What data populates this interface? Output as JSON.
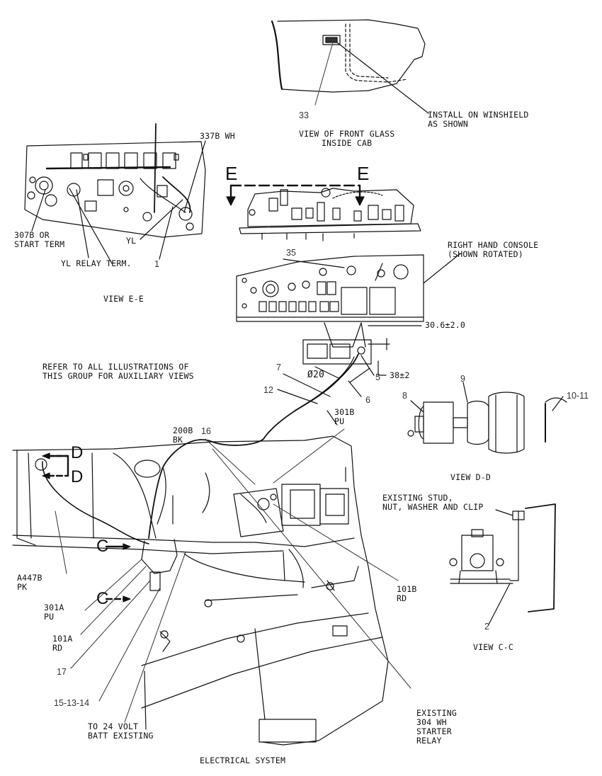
{
  "diagram": {
    "caption": "ELECTRICAL SYSTEM",
    "views": {
      "front_glass": "VIEW OF FRONT GLASS\nINSIDE CAB",
      "e_e": "VIEW E-E",
      "d_d": "VIEW D-D",
      "c_c": "VIEW C-C"
    },
    "notes": {
      "windshield": "INSTALL ON WINSHIELD\nAS SHOWN",
      "right_console": "RIGHT HAND CONSOLE\n(SHOWN ROTATED)",
      "refer": "REFER TO ALL ILLUSTRATIONS OF\nTHIS GROUP FOR AUXILIARY VIEWS",
      "existing_stud": "EXISTING STUD,\nNUT, WASHER AND CLIP",
      "batt": "TO 24 VOLT\nBATT EXISTING",
      "starter_relay": "EXISTING\n304 WH\nSTARTER\nRELAY",
      "start_term": "307B OR\nSTART TERM",
      "yl_relay": "YL RELAY TERM."
    },
    "wires": {
      "w337b": "337B WH",
      "yl": "YL",
      "w200b": "200B\nBK",
      "w301b": "301B\nPU",
      "w101b": "101B\nRD",
      "a447b": "A447B\nPK",
      "w301a": "301A\nPU",
      "w101a": "101A\nRD"
    },
    "dimensions": {
      "d1": "30.6±2.0",
      "d2": "38±2",
      "dia": "Ø20"
    },
    "section_letters": {
      "e_left": "E",
      "e_right": "E",
      "d_top": "D",
      "d_bottom": "D",
      "c_top": "C",
      "c_bottom": "C"
    },
    "callouts": {
      "c33": "33",
      "c1": "1",
      "c35": "35",
      "c5": "5",
      "c7": "7",
      "c12": "12",
      "c6": "6",
      "c9": "9",
      "c8": "8",
      "c10_11": "10-11",
      "c16": "16",
      "c2": "2",
      "c17": "17",
      "c15_13_14": "15-13-14"
    }
  }
}
